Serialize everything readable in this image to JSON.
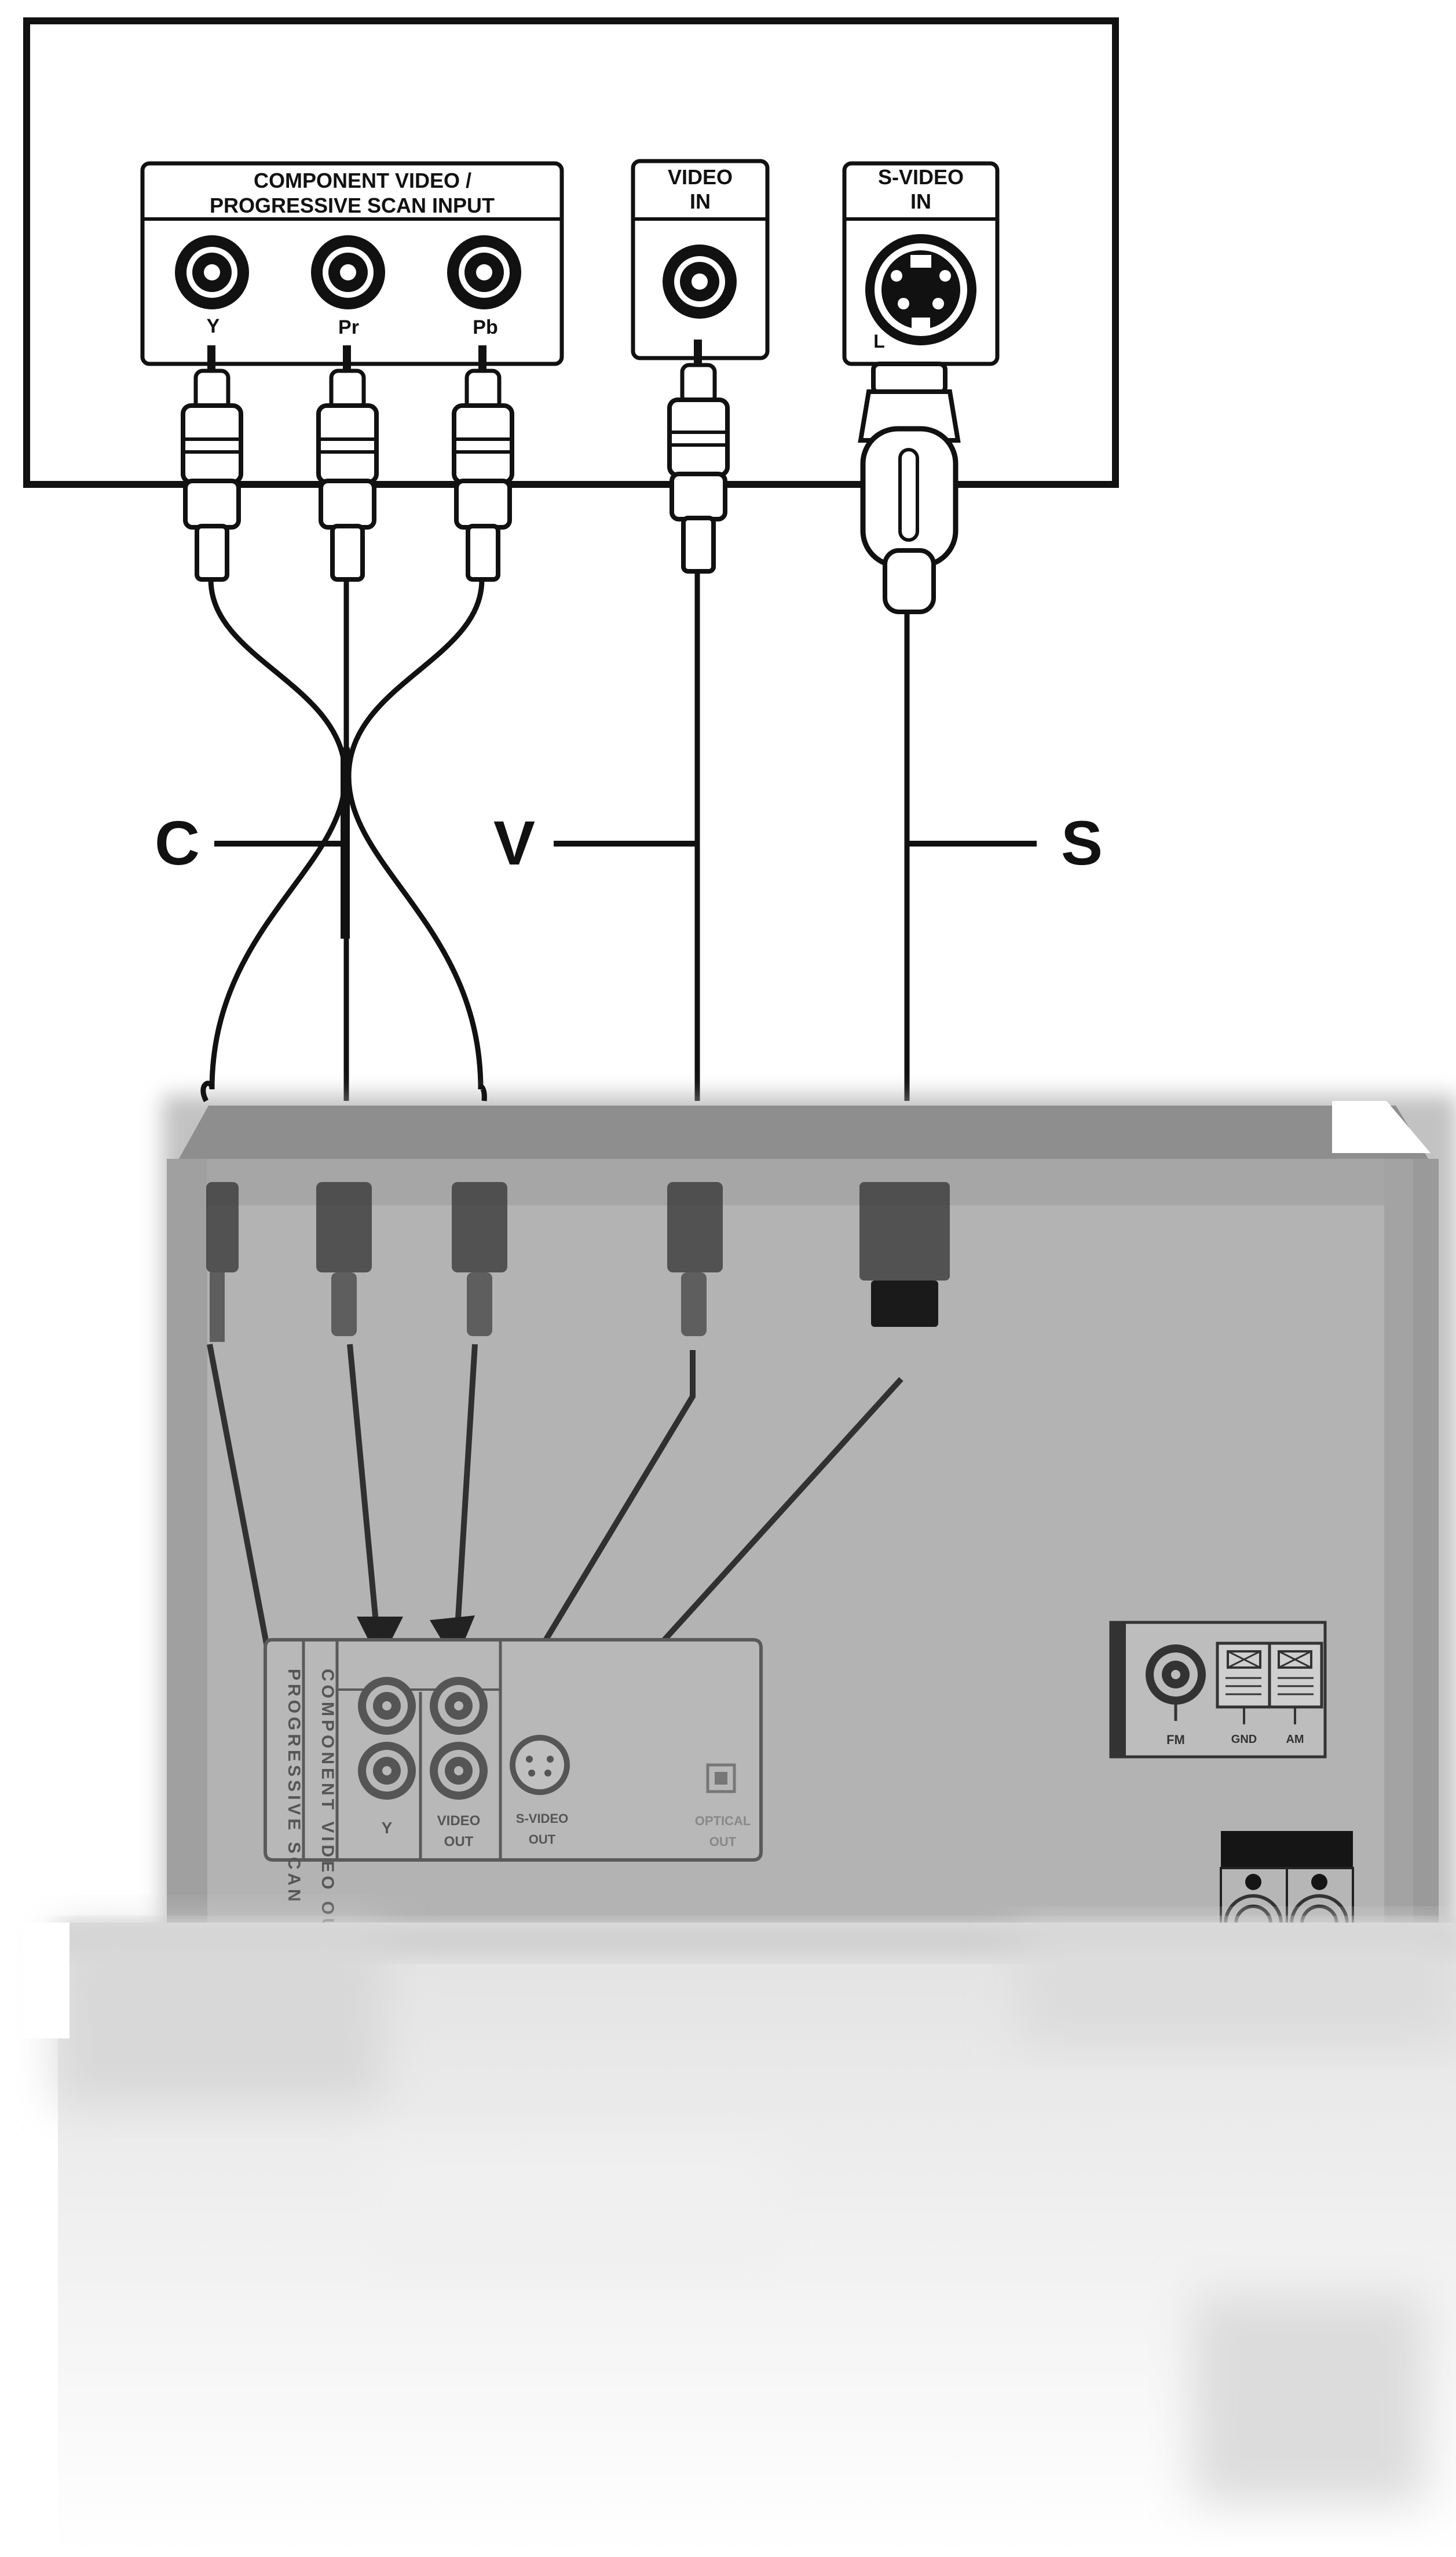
{
  "tv_panel": {
    "component_box": {
      "title_line1": "COMPONENT VIDEO /",
      "title_line2": "PROGRESSIVE SCAN INPUT",
      "jacks": [
        "Y",
        "Pr",
        "Pb"
      ]
    },
    "video_box": {
      "title_line1": "VIDEO",
      "title_line2": "IN"
    },
    "svideo_box": {
      "title_line1": "S-VIDEO",
      "title_line2": "IN",
      "side_mark": "L"
    }
  },
  "cable_labels": {
    "component": "C",
    "video": "V",
    "svideo": "S"
  },
  "player_panel": {
    "progressive_text": "PROGRESSIVE SCAN",
    "component_text": "COMPONENT VIDEO OUT",
    "y_label": "Y",
    "video_out_line1": "VIDEO",
    "video_out_line2": "OUT",
    "svideo_out_line1": "S-VIDEO",
    "svideo_out_line2": "OUT",
    "optical_line1": "OPTICAL",
    "optical_line2": "OUT",
    "antenna": {
      "fm": "FM",
      "gnd": "GND",
      "am": "AM"
    }
  },
  "colors": {
    "line": "#111111",
    "player_body": "#b3b3b3",
    "player_edge": "#7a7a7a",
    "floor_shadow": "#e6e6e6"
  }
}
